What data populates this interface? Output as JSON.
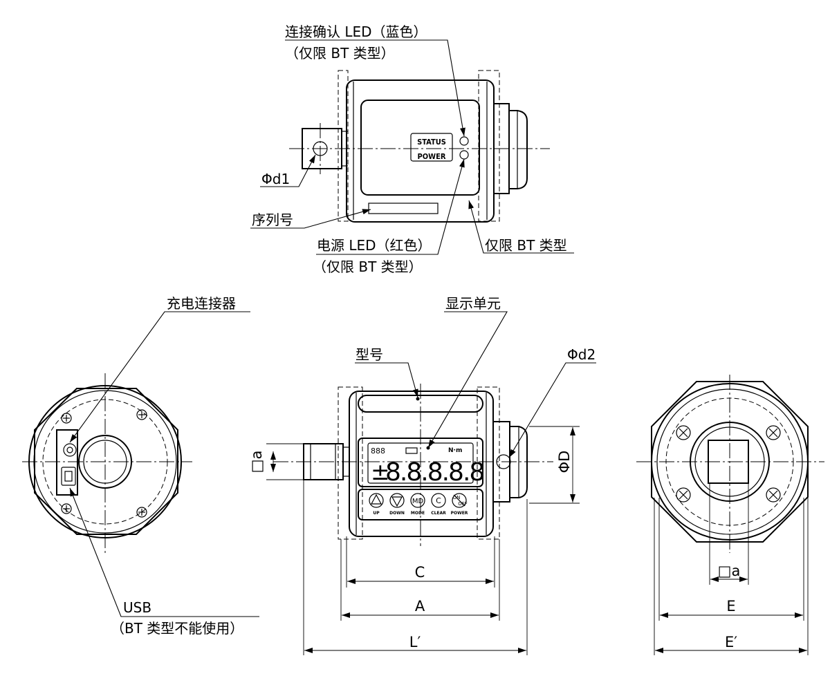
{
  "labels": {
    "led_connection_line1": "连接确认 LED（蓝色）",
    "led_connection_line2": "（仅限 BT 类型）",
    "phi_d1": "Φd1",
    "serial_number": "序列号",
    "power_led_line1": "电源 LED（红色）",
    "power_led_line2": "（仅限 BT 类型）",
    "bt_only": "仅限 BT 类型",
    "charge_connector": "充电连接器",
    "display_unit": "显示单元",
    "model": "型号",
    "phi_d2": "Φd2",
    "usb_line1": "USB",
    "usb_line2": "（BT 类型不能使用）"
  },
  "panel_text": {
    "status": "STATUS",
    "power": "POWER"
  },
  "display": {
    "digits": "8.8.8.8.8",
    "unit": "N·m",
    "buttons": [
      "UP",
      "DOWN",
      "MODE",
      "CLEAR",
      "POWER"
    ],
    "button_marks": [
      "MD",
      "C",
      "ON",
      "OFF"
    ]
  },
  "dimensions": {
    "a_side": "□a",
    "D": "ΦD",
    "C": "C",
    "A": "A",
    "L_prime": "L′",
    "a_bottom": "□a",
    "E": "E",
    "E_prime": "E′"
  }
}
